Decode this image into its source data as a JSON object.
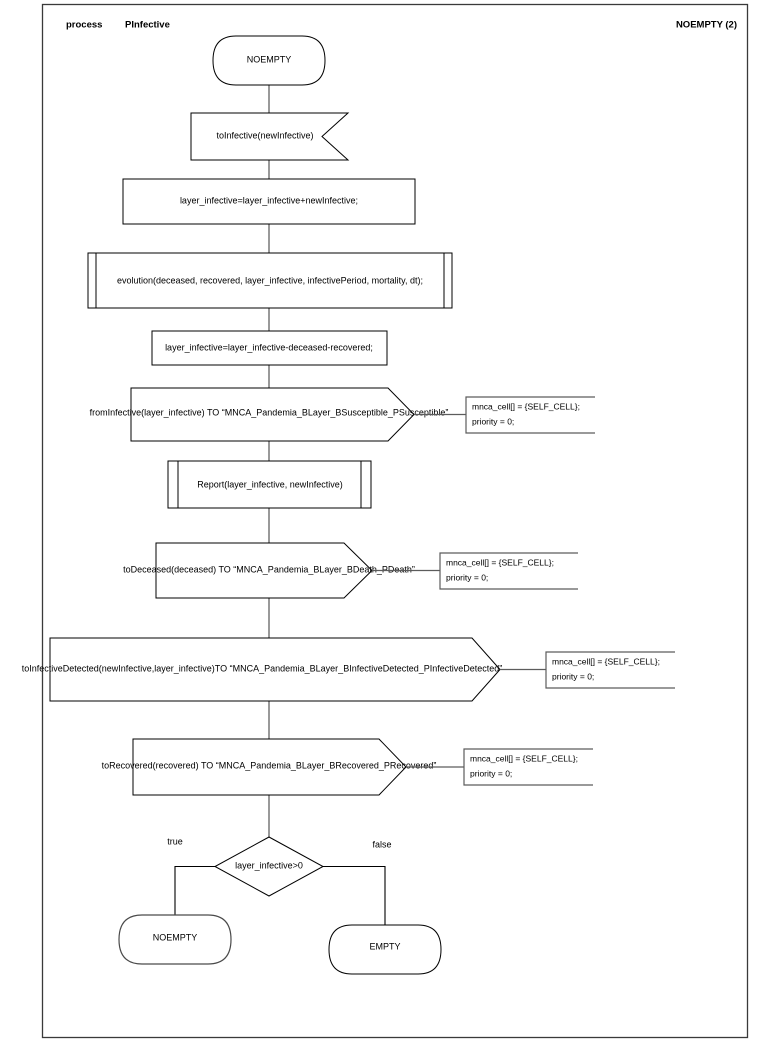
{
  "header": {
    "kind_label": "process",
    "name_label": "PInfective",
    "state_label": "NOEMPTY (2)"
  },
  "nodes": {
    "start_state": "NOEMPTY",
    "signal_receive": "toInfective(newInfective)",
    "assign_1": "layer_infective=layer_infective+newInfective;",
    "subroutine_evolution": "evolution(deceased, recovered, layer_infective, infectivePeriod, mortality, dt);",
    "assign_2": "layer_infective=layer_infective-deceased-recovered;",
    "send_susceptible": "fromInfective(layer_infective) TO “MNCA_Pandemia_BLayer_BSusceptible_PSusceptible”",
    "subroutine_report": "Report(layer_infective, newInfective)",
    "send_death": "toDeceased(deceased) TO “MNCA_Pandemia_BLayer_BDeath_PDeath”",
    "send_infective_detected": "toInfectiveDetected(newInfective,layer_infective)TO “MNCA_Pandemia_BLayer_BInfectiveDetected_PInfectiveDetected”",
    "send_recovered": "toRecovered(recovered) TO “MNCA_Pandemia_BLayer_BRecovered_PRecovered”",
    "decision": "layer_infective>0",
    "branch_true": "true",
    "branch_false": "false",
    "end_noempty": "NOEMPTY",
    "end_empty": "EMPTY"
  },
  "notes": {
    "line1": "mnca_cell[] = {SELF_CELL};",
    "line2": "priority = 0;"
  },
  "colors": {
    "stroke": "#000000",
    "connector": "#555555",
    "frame": "#3a3a3a",
    "background": "#ffffff"
  }
}
